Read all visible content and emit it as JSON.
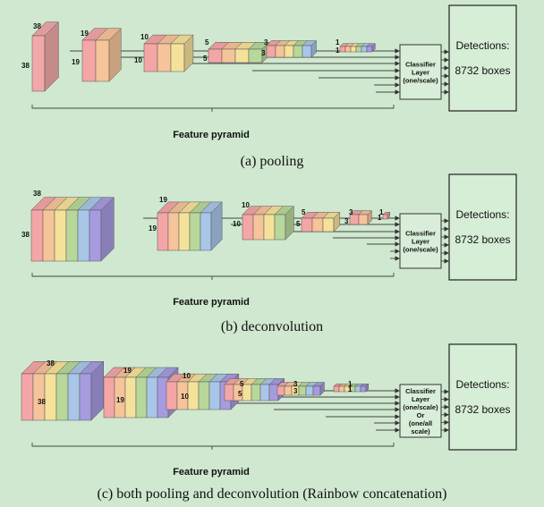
{
  "colors": {
    "background": "#cfe8cf",
    "stroke": "#333333",
    "rainbow": [
      "#f4a6a6",
      "#f6c49a",
      "#f5e29a",
      "#b7d89a",
      "#a9c6e8",
      "#a79be0",
      "#c99be6"
    ],
    "solid": "#f0a8a8"
  },
  "panels": [
    {
      "caption": "(a) pooling",
      "pyramid_label": "Feature pyramid",
      "classifier_lines": [
        "Classifier",
        "Layer",
        "(one/scale)"
      ],
      "detections_title": "Detections:",
      "detections_count": "8732 boxes",
      "layers": [
        {
          "size": "38",
          "stripes": 1,
          "solid": true
        },
        {
          "size": "19",
          "stripes": 2
        },
        {
          "size": "10",
          "stripes": 3
        },
        {
          "size": "5",
          "stripes": 4
        },
        {
          "size": "3",
          "stripes": 5
        },
        {
          "size": "1",
          "stripes": 6
        }
      ]
    },
    {
      "caption": "(b) deconvolution",
      "pyramid_label": "Feature pyramid",
      "classifier_lines": [
        "Classifier",
        "Layer",
        "(one/scale)"
      ],
      "detections_title": "Detections:",
      "detections_count": "8732 boxes",
      "layers": [
        {
          "size": "38",
          "stripes": 6
        },
        {
          "size": "19",
          "stripes": 5
        },
        {
          "size": "10",
          "stripes": 4
        },
        {
          "size": "5",
          "stripes": 3
        },
        {
          "size": "3",
          "stripes": 2
        },
        {
          "size": "1",
          "stripes": 1
        }
      ]
    },
    {
      "caption": "(c) both pooling and deconvolution (Rainbow concatenation)",
      "pyramid_label": "Feature pyramid",
      "classifier_lines": [
        "Classifier",
        "Layer",
        "(one/scale)",
        "Or",
        "(one/all",
        "scale)"
      ],
      "detections_title": "Detections:",
      "detections_count": "8732 boxes",
      "layers": [
        {
          "size": "38",
          "stripes": 6
        },
        {
          "size": "19",
          "stripes": 6
        },
        {
          "size": "10",
          "stripes": 6
        },
        {
          "size": "5",
          "stripes": 6
        },
        {
          "size": "3",
          "stripes": 6
        },
        {
          "size": "1",
          "stripes": 6
        }
      ]
    }
  ]
}
